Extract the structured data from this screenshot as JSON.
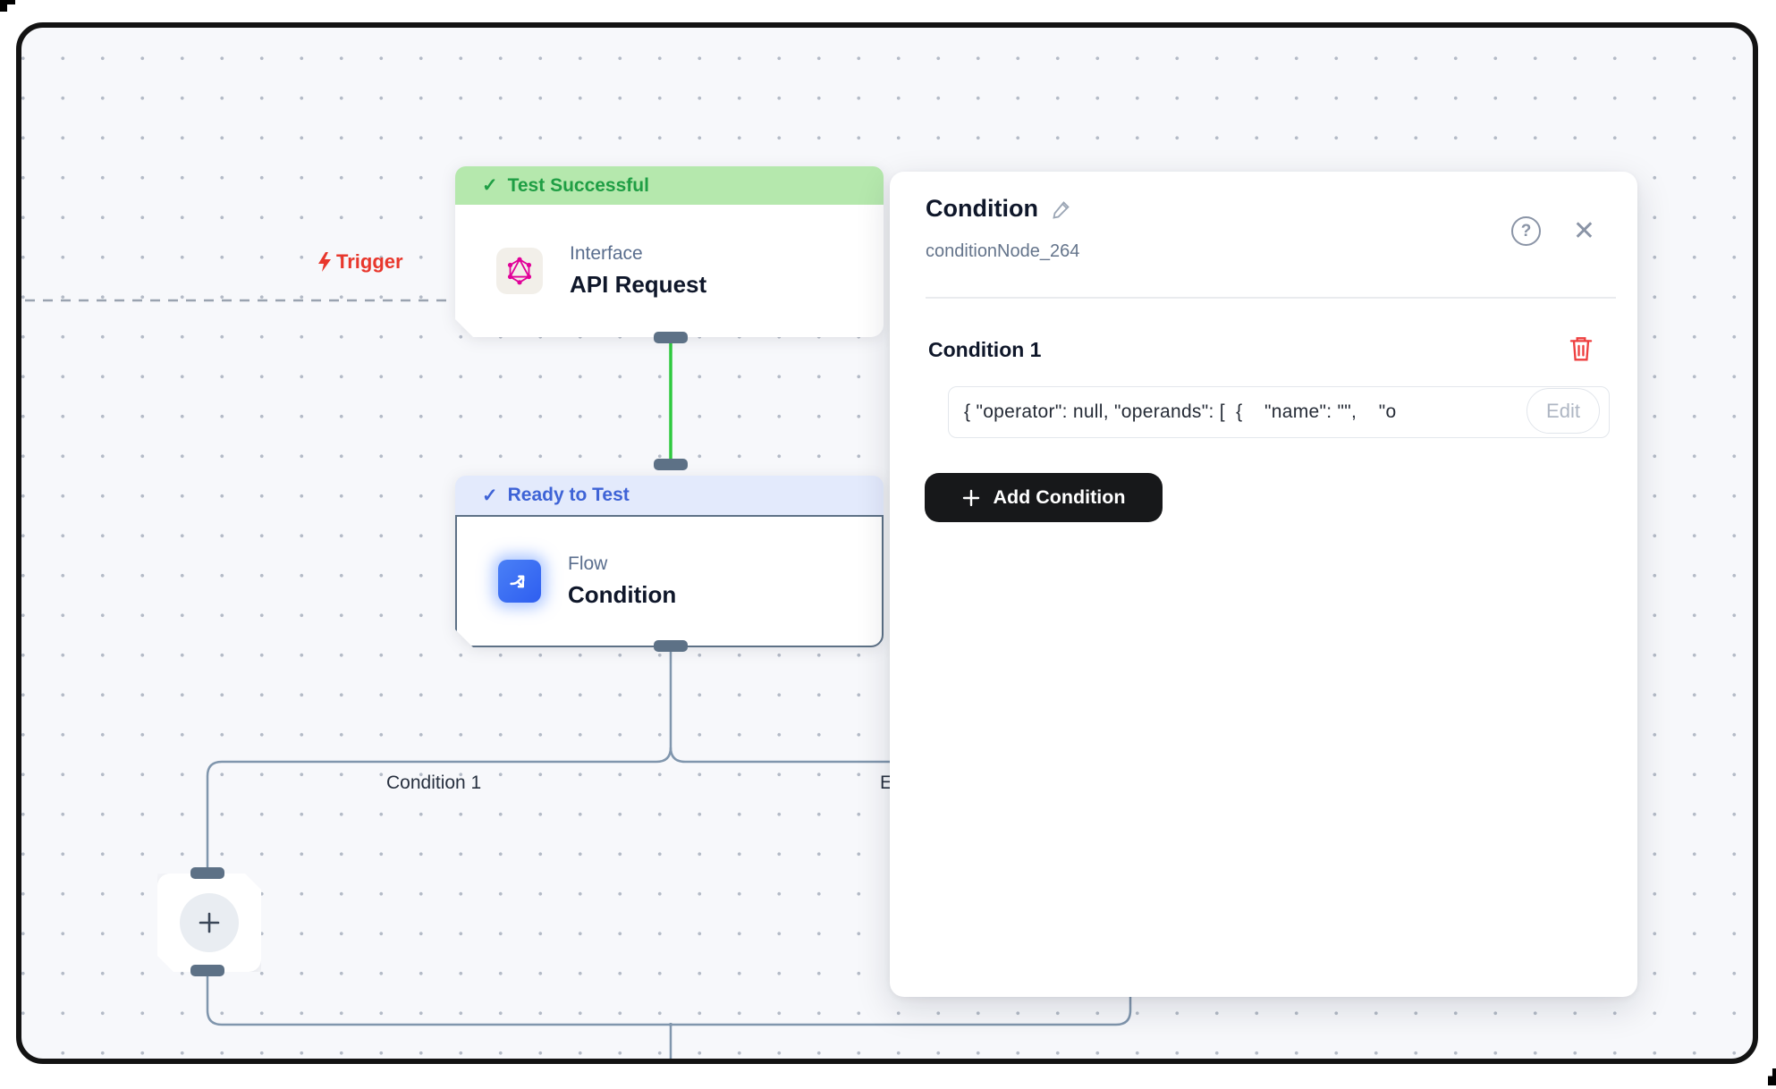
{
  "canvas": {
    "trigger": {
      "label": "Trigger"
    },
    "api_node": {
      "status": "Test Successful",
      "category": "Interface",
      "title": "API Request"
    },
    "condition_node": {
      "status": "Ready to Test",
      "category": "Flow",
      "title": "Condition"
    },
    "branch_labels": {
      "left": "Condition 1",
      "right": "E"
    }
  },
  "panel": {
    "title": "Condition",
    "node_id": "conditionNode_264",
    "condition_section": {
      "heading": "Condition 1",
      "value_preview": "{ \"operator\": null, \"operands\": [  {    \"name\": \"\",    \"o",
      "edit_label": "Edit"
    },
    "add_condition_label": "Add Condition"
  },
  "icons": {
    "check": "✓",
    "help": "?",
    "close": "✕"
  },
  "colors": {
    "success_bg": "#b5e8ad",
    "success_text": "#1f9e44",
    "ready_bg": "#e3eafc",
    "ready_text": "#3e63d6",
    "trigger_red": "#e8372c",
    "wire_green": "#2fc93f",
    "wire_slate": "#8096ad",
    "handle_slate": "#5d7186",
    "flow_icon_blue": "#3b6cf0",
    "graphql_pink": "#e10098",
    "add_button_dark": "#17181a",
    "trash_red": "#ee3f3f"
  }
}
